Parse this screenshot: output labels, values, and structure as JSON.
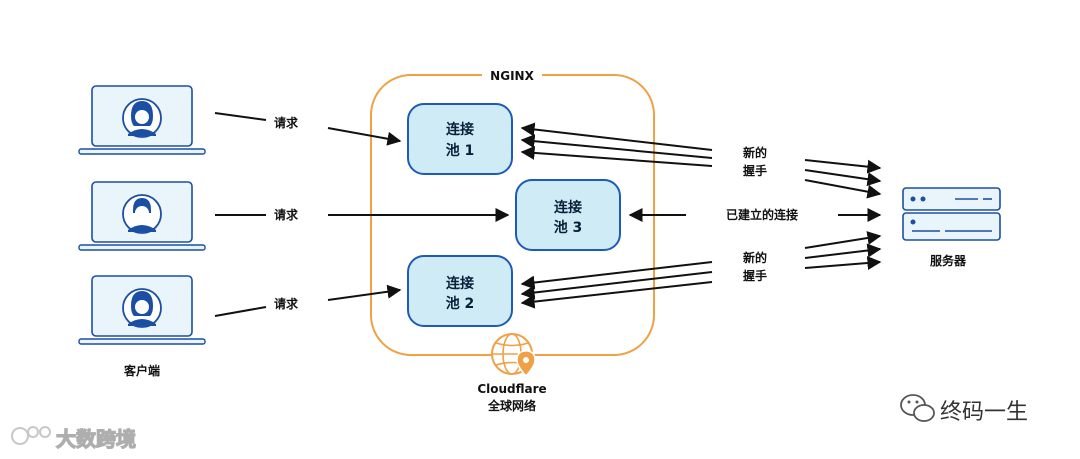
{
  "nginx": {
    "label": "NGINX"
  },
  "clients": {
    "label": "客户端"
  },
  "requests": {
    "r1": "请求",
    "r2": "请求",
    "r3": "请求"
  },
  "pools": {
    "p1": {
      "line1": "连接",
      "line2": "池 1"
    },
    "p2": {
      "line1": "连接",
      "line2": "池 2"
    },
    "p3": {
      "line1": "连接",
      "line2": "池 3"
    }
  },
  "handshake_top": {
    "line1": "新的",
    "line2": "握手"
  },
  "handshake_bottom": {
    "line1": "新的",
    "line2": "握手"
  },
  "established": {
    "label": "已建立的连接"
  },
  "server": {
    "label": "服务器"
  },
  "cloudflare": {
    "name": "Cloudflare",
    "subtitle": "全球网络"
  },
  "watermark_left": {
    "text": "大数跨境"
  },
  "watermark_right": {
    "text": "终码一生"
  },
  "colors": {
    "orange": "#F0A045",
    "pool_fill": "#CFEBF6",
    "pool_stroke": "#1E5BB8",
    "dark_blue": "#1A4FA3",
    "light_blue": "#EAF4FB"
  }
}
